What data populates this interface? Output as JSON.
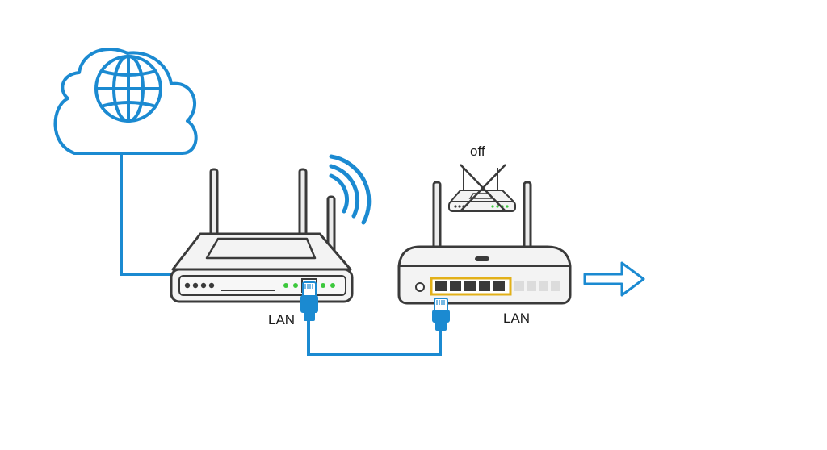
{
  "labels": {
    "main_router_port": "LAN",
    "secondary_router_port": "LAN",
    "disabled_router_state": "off"
  },
  "icons": {
    "internet": "cloud-globe-icon",
    "wifi": "wifi-signal-icon",
    "disabled": "crossed-router-icon",
    "direction": "arrow-right-icon"
  },
  "colors": {
    "cable": "#1b8ad1",
    "outline": "#3a3a3a",
    "led": "#3cc83c",
    "port_highlight": "#e2b019",
    "device_body": "#f3f3f3"
  }
}
